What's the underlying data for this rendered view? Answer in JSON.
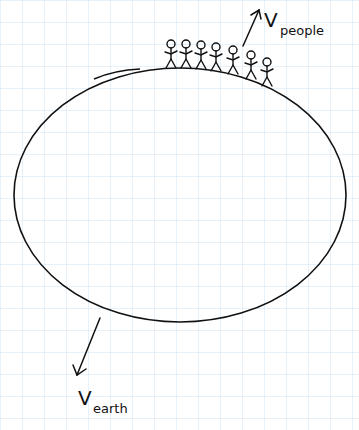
{
  "diagram": {
    "labels": [
      "V",
      "people",
      "V",
      "earth"
    ]
  }
}
